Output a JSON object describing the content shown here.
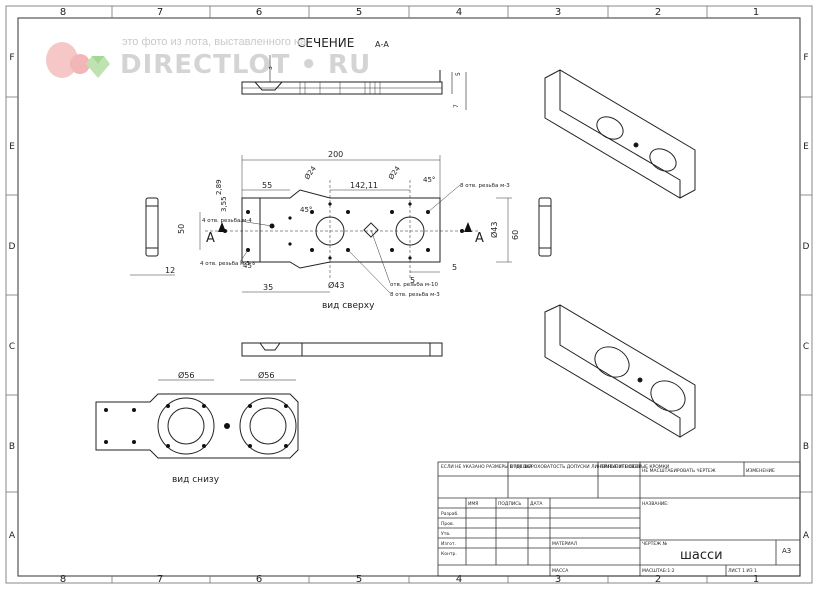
{
  "watermark": {
    "caption": "это фото из лота, выставленного на",
    "brand": "DIRECTLOT • RU"
  },
  "frame": {
    "columns": [
      "8",
      "7",
      "6",
      "5",
      "4",
      "3",
      "2",
      "1"
    ],
    "rows": [
      "F",
      "E",
      "D",
      "C",
      "B",
      "A"
    ]
  },
  "views": {
    "section_title": "СЕЧЕНИЕ",
    "section_letters": "А-А",
    "top_caption": "вид сверху",
    "bottom_caption": "вид снизу",
    "cut_letter": "А"
  },
  "dimensions": {
    "overall_length": "200",
    "hole_spacing": "142,11",
    "offset_55": "55",
    "offset_289": "2,89",
    "offset_355": "3,55",
    "width_50": "50",
    "width_60": "60",
    "dia_24_left": "Ø24",
    "dia_24_right": "Ø24",
    "angle_45_a": "45°",
    "angle_45_b": "45°",
    "angle_45_c": "45°",
    "dia_43_side": "Ø43",
    "dia_43_bottom": "Ø43",
    "dim_35": "35",
    "dim_5a": "5",
    "dim_5b": "5",
    "dim_12": "12",
    "dim_3": "3",
    "dim_7": "7",
    "dim_5_section": "5",
    "dia_56_left": "Ø56",
    "dia_56_right": "Ø56",
    "note_thread4_left": "4 отв. резьба м-4",
    "note_thread3_left": "4 отв. резьба м-3",
    "note_thread3_right": "8 отв. резьба м-3",
    "note_thread10": "отв. резьба м-10",
    "note_thread3_bottom": "8 отв. резьба м-3"
  },
  "title_block": {
    "part_name": "шасси",
    "format": "А3",
    "material": "МАТЕРИАЛ",
    "left_notes": "ЕСЛИ НЕ УКАЗАНО РАЗМЕРЫ В ММ ШЕРОХОВАТОСТЬ ДОПУСКИ ЛИНЕЙНЫЕ УГЛОВЫЕ",
    "finish": "ОТДЕЛКА",
    "edges": "ПРИТУПИТЬ ОСТРЫЕ КРОМКИ",
    "not_scale": "НЕ МАСШТАБИРОВАТЬ ЧЕРТЕЖ",
    "revision": "ИЗМЕНЕНИЕ",
    "col_name": "ИМЯ",
    "col_sign": "ПОДПИСЬ",
    "col_date": "ДАТА",
    "rows": [
      "Разраб.",
      "Пров.",
      "Утв.",
      "Изгот.",
      "Контр."
    ],
    "name_label": "НАЗВАНИЕ:",
    "weight": "МАССА",
    "drawing_no": "ЧЕРТЕЖ №",
    "scale": "МАСШТАБ:1:2",
    "sheet": "ЛИСТ 1 ИЗ 1"
  }
}
